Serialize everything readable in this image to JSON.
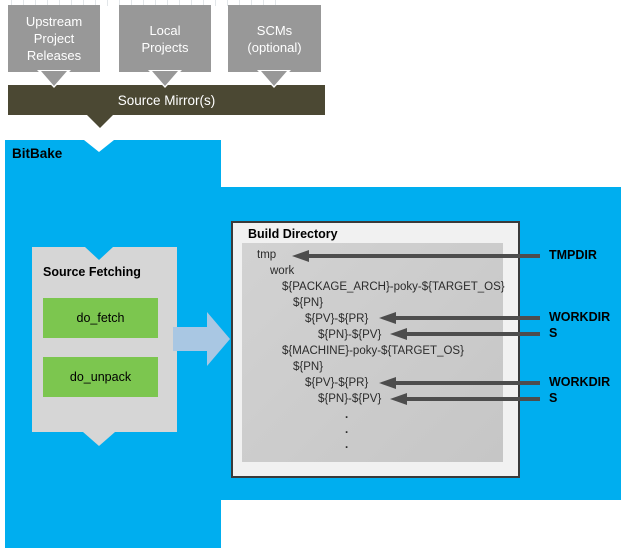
{
  "top_flow": {
    "boxes": [
      {
        "label": "Upstream\nProject\nReleases"
      },
      {
        "label": "Local\nProjects"
      },
      {
        "label": "SCMs\n(optional)"
      }
    ],
    "mirror_label": "Source Mirror(s)"
  },
  "bitbake": {
    "label": "BitBake"
  },
  "source_fetching": {
    "title": "Source Fetching",
    "tasks": [
      {
        "label": "do_fetch"
      },
      {
        "label": "do_unpack"
      }
    ]
  },
  "build_directory": {
    "title": "Build Directory",
    "tree": [
      {
        "text": "tmp",
        "indent": 0
      },
      {
        "text": "work",
        "indent": 1
      },
      {
        "text": "${PACKAGE_ARCH}-poky-${TARGET_OS}",
        "indent": 2
      },
      {
        "text": "${PN}",
        "indent": 3
      },
      {
        "text": "${PV}-${PR}",
        "indent": 4
      },
      {
        "text": "${PN}-${PV}",
        "indent": 5
      },
      {
        "text": "${MACHINE}-poky-${TARGET_OS}",
        "indent": 2
      },
      {
        "text": "${PN}",
        "indent": 3
      },
      {
        "text": "${PV}-${PR}",
        "indent": 4
      },
      {
        "text": "${PN}-${PV}",
        "indent": 5
      }
    ],
    "ellipsis_dots": [
      ".",
      ".",
      "."
    ]
  },
  "annotations": [
    {
      "label": "TMPDIR"
    },
    {
      "label": "WORKDIR"
    },
    {
      "label": "S"
    },
    {
      "label": "WORKDIR"
    },
    {
      "label": "S"
    }
  ],
  "colors": {
    "bitbake_blue": "#00AEEF",
    "mirror_olive": "#4B4833",
    "upstream_gray": "#989898",
    "task_green": "#7CC64F",
    "panel_gray": "#D6D6D6",
    "tree_panel_gray": "#CACACA",
    "build_dir_bg": "#F1F1F1",
    "annotation_arrow_gray": "#4D4D4D",
    "flow_arrow_blue": "#A9C7E3"
  }
}
